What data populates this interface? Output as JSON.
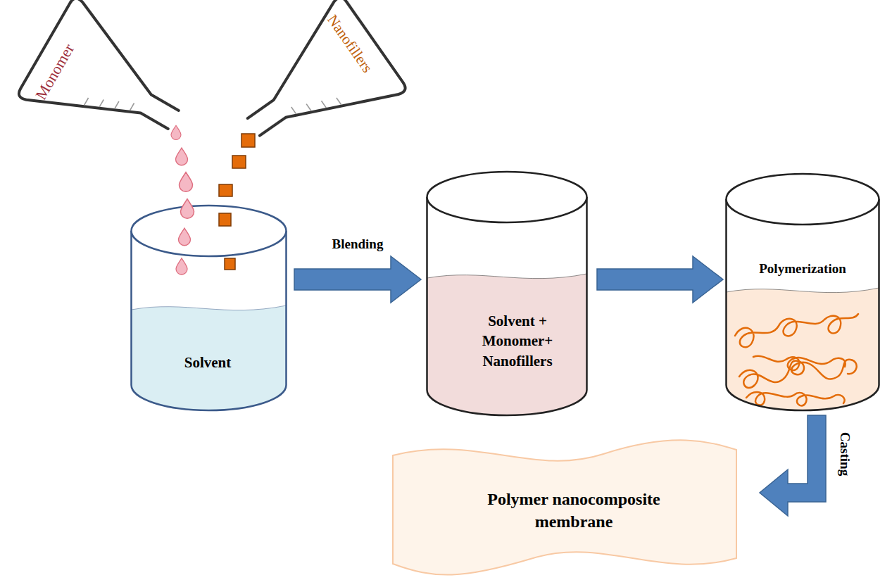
{
  "diagram": {
    "nodes": [
      {
        "text": [
          "Monomer"
        ]
      },
      {
        "text": [
          "Nanofillers"
        ]
      },
      {
        "text": [
          "Solvent"
        ]
      },
      {
        "text": [
          "Solvent + Monomer+ Nanofillers"
        ]
      },
      {
        "text": [
          "Polymerization"
        ]
      },
      {
        "text": [
          "Polymer nanocomposite membrane"
        ]
      }
    ],
    "edges": [
      {
        "from": 2,
        "to": 3,
        "label": "Blending",
        "arrow": "to"
      },
      {
        "from": 3,
        "to": 4,
        "arrow": "to"
      },
      {
        "from": 4,
        "to": 5,
        "label": "Casting",
        "arrow": "to"
      }
    ]
  }
}
